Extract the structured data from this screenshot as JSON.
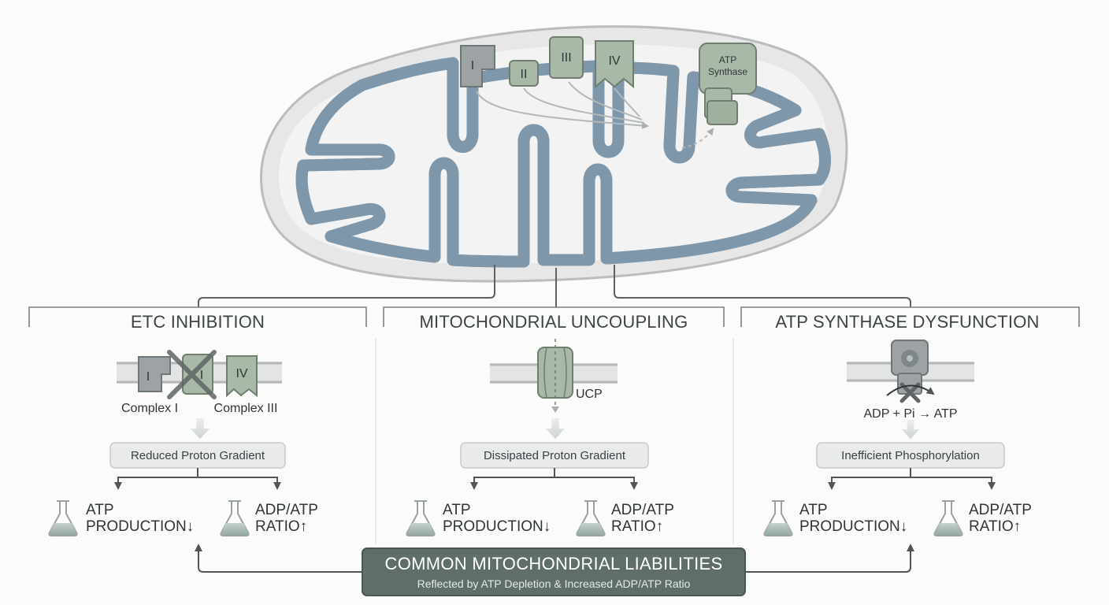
{
  "mitochondrion": {
    "complexes": [
      "I",
      "II",
      "III",
      "IV"
    ],
    "atp_synthase": [
      "ATP",
      "Synthase"
    ]
  },
  "panels": [
    {
      "title": "ETC INHIBITION",
      "labels": [
        "Complex I",
        "Complex III"
      ],
      "complex_marks": [
        "I",
        "I",
        "IV"
      ],
      "gradient": "Reduced Proton Gradient",
      "outcomes": [
        {
          "line1": "ATP",
          "line2": "PRODUCTION↓"
        },
        {
          "line1": "ADP/ATP",
          "line2": "RATIO↑"
        }
      ]
    },
    {
      "title": "MITOCHONDRIAL UNCOUPLING",
      "labels": [
        "UCP"
      ],
      "gradient": "Dissipated Proton Gradient",
      "outcomes": [
        {
          "line1": "ATP",
          "line2": "PRODUCTION↓"
        },
        {
          "line1": "ADP/ATP",
          "line2": "RATIO↑"
        }
      ]
    },
    {
      "title": "ATP SYNTHASE DYSFUNCTION",
      "labels": [
        "ADP + Pi → ATP"
      ],
      "gradient": "Inefficient Phosphorylation",
      "outcomes": [
        {
          "line1": "ATP",
          "line2": "PRODUCTION↓"
        },
        {
          "line1": "ADP/ATP",
          "line2": "RATIO↑"
        }
      ]
    }
  ],
  "banner": {
    "title": "COMMON MITOCHONDRIAL LIABILITIES",
    "subtitle": "Reflected by ATP Depletion & Increased ADP/ATP Ratio"
  },
  "colors": {
    "membrane": "#7f97aa",
    "outer_fill": "#e6e7e6",
    "complex_grey": "#9da3a4",
    "complex_green": "#a9b9a8",
    "banner": "#5f6e69",
    "connector": "#5b6165"
  }
}
